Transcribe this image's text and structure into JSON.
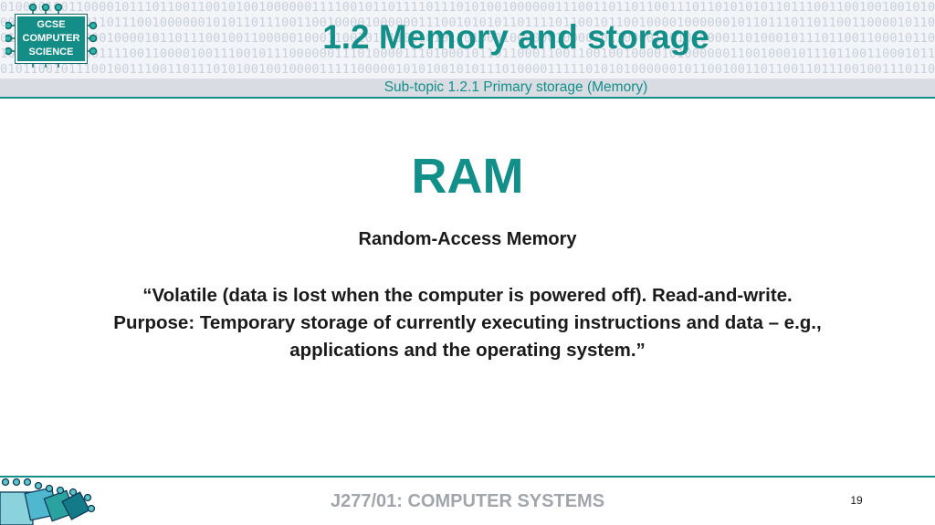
{
  "logo": {
    "line1": "GCSE",
    "line2": "COMPUTER",
    "line3": "SCIENCE"
  },
  "header": {
    "title": "1.2 Memory and storage",
    "subtitle": "Sub-topic 1.2.1 Primary storage (Memory)",
    "binary_rows": [
      "0100101001100001011101100110010100100000011110010110111101110101001000000111001101101100111011010101011011100110010010010100101001100001011101100110",
      "0010110000101101110010000001010110111001100100001000000111001010101101111011001011001000010000001011011101101100110000101101110010000001010110111001",
      "0110110010100010000101101110010011000001000110010101100101011010001000000100001011000011010100001101000101110110011000101101110010011000001000110011",
      "1011001101100111100110000100111001011100000011101000011101000101101100011001100100100001010000001100100010111011001100010110111001001100000100011001",
      "0101100101110010011100110111010100100100001111100000101010010101110100001111101010100000010110010011011001101110010011101101010010011101111011001000"
    ]
  },
  "content": {
    "heading": "RAM",
    "subheading": "Random-Access Memory",
    "quote": "“Volatile (data is lost when the computer is powered off). Read-and-write. Purpose: Temporary storage of currently executing instructions and data – e.g., applications and the operating system.”"
  },
  "footer": {
    "text": "J277/01: COMPUTER SYSTEMS",
    "page_number": "19"
  },
  "colors": {
    "accent": "#138f8a",
    "footer_text": "#a2a6ab"
  }
}
